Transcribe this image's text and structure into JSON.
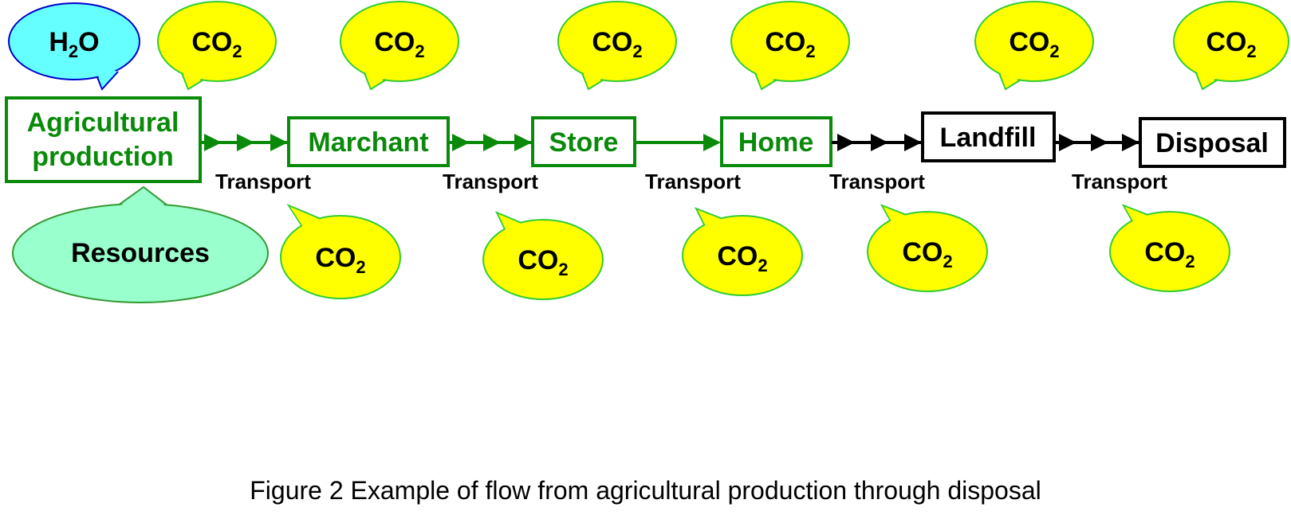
{
  "caption": "Figure 2  Example of flow from agricultural production through disposal",
  "nodes": {
    "agricultural": {
      "line1": "Agricultural",
      "line2": "production"
    },
    "marchant": "Marchant",
    "store": "Store",
    "home": "Home",
    "landfill": "Landfill",
    "disposal": "Disposal"
  },
  "edge_label": "Transport",
  "bubbles": {
    "water": {
      "main": "H",
      "sub": "2",
      "rest": "O"
    },
    "resources": "Resources",
    "co2": {
      "main": "CO",
      "sub": "2"
    }
  },
  "colors": {
    "green_stage": "#0a8a0a",
    "black_stage": "#000000",
    "co2_fill": "#ffff00",
    "co2_stroke": "#33cc33",
    "water_fill": "#66ffff",
    "water_stroke": "#0000cc",
    "resources_fill": "#99ffcc",
    "resources_stroke": "#339933"
  }
}
